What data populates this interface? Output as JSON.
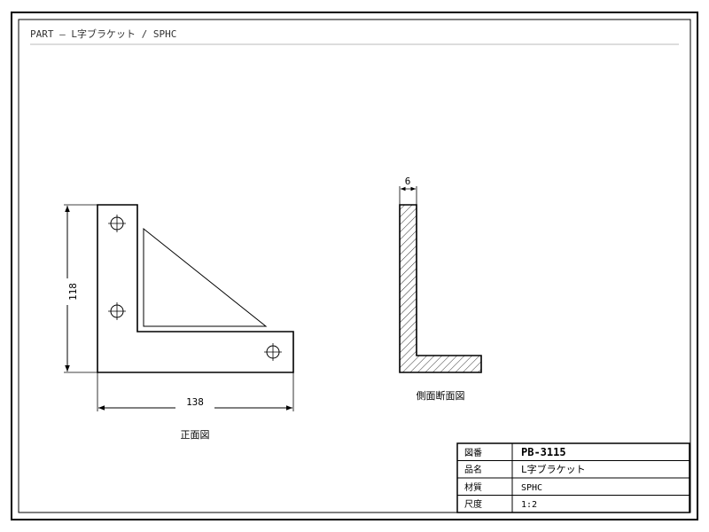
{
  "header": {
    "title": "PART — L字ブラケット / SPHC"
  },
  "front_view": {
    "caption": "正面図",
    "dim_height": "118",
    "dim_width": "138"
  },
  "side_view": {
    "caption": "側面断面図",
    "dim_thickness": "6"
  },
  "title_block": {
    "rows": [
      {
        "label": "図番",
        "value": "PB-3115"
      },
      {
        "label": "品名",
        "value": "L字ブラケット"
      },
      {
        "label": "材質",
        "value": "SPHC"
      },
      {
        "label": "尺度",
        "value": "1:2"
      }
    ]
  }
}
